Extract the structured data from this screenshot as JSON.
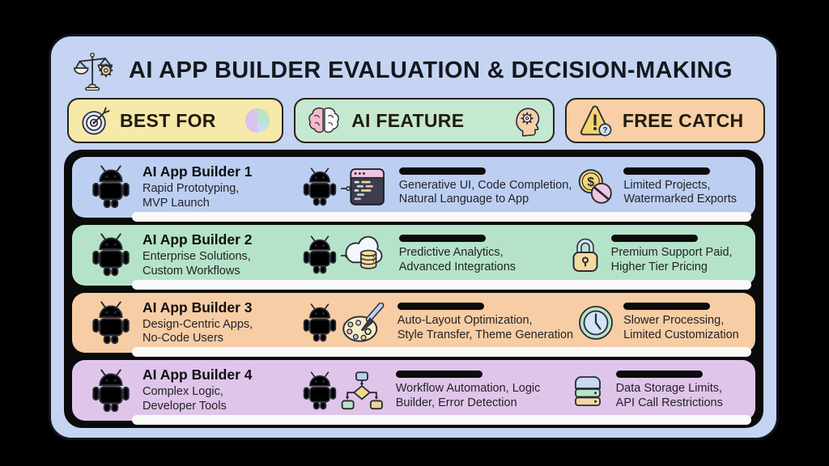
{
  "title": {
    "text": "AI APP BUILDER EVALUATION & DECISION-MAKING",
    "icon": "balance-scale-gear-icon"
  },
  "columns": [
    {
      "label": "BEST FOR",
      "left_icon": "target-dart-icon",
      "right_icon": "pie-chart-icon",
      "bg": "#f6e9a9"
    },
    {
      "label": "AI FEATURE",
      "left_icon": "brain-icon",
      "right_icon": "head-gear-icon",
      "bg": "#c5e8d0"
    },
    {
      "label": "FREE CATCH",
      "left_icon": "warning-question-icon",
      "right_icon": "",
      "bg": "#f8cfa6"
    }
  ],
  "rows": [
    {
      "name": "AI App Builder 1",
      "bg": "#bccff2",
      "robot_icon": "android-robot-icon",
      "best_for": {
        "line1": "Rapid Prototyping,",
        "line2": "MVP Launch"
      },
      "feature_icon": "code-editor-icon",
      "ai_feature": {
        "line1": "Generative UI, Code Completion,",
        "line2": "Natural Language to App"
      },
      "catch_icon": "coin-no-sign-icon",
      "free_catch": {
        "line1": "Limited Projects,",
        "line2": "Watermarked Exports"
      }
    },
    {
      "name": "AI App Builder 2",
      "bg": "#b5e3c9",
      "robot_icon": "android-robot-icon",
      "best_for": {
        "line1": "Enterprise Solutions,",
        "line2": "Custom Workflows"
      },
      "feature_icon": "cloud-database-icon",
      "ai_feature": {
        "line1": "Predictive Analytics,",
        "line2": "Advanced Integrations"
      },
      "catch_icon": "padlock-icon",
      "free_catch": {
        "line1": "Premium Support Paid,",
        "line2": "Higher Tier Pricing"
      }
    },
    {
      "name": "AI App Builder 3",
      "bg": "#f7cda5",
      "robot_icon": "android-robot-icon",
      "best_for": {
        "line1": "Design-Centric Apps,",
        "line2": "No-Code Users"
      },
      "feature_icon": "paint-palette-icon",
      "ai_feature": {
        "line1": "Auto-Layout Optimization,",
        "line2": "Style Transfer, Theme Generation"
      },
      "catch_icon": "clock-icon",
      "free_catch": {
        "line1": "Slower Processing,",
        "line2": "Limited Customization"
      }
    },
    {
      "name": "AI App Builder 4",
      "bg": "#dfc5ea",
      "robot_icon": "android-robot-icon",
      "best_for": {
        "line1": "Complex Logic,",
        "line2": "Developer Tools"
      },
      "feature_icon": "flowchart-icon",
      "ai_feature": {
        "line1": "Workflow Automation, Logic",
        "line2": "Builder, Error Detection"
      },
      "catch_icon": "server-stack-icon",
      "free_catch": {
        "line1": "Data Storage Limits,",
        "line2": "API Call Restrictions"
      }
    }
  ],
  "colors": {
    "page_bg": "#000000",
    "panel_bg": "#c4d4f2",
    "rows_container_bg": "#0a0a0b",
    "text_dark": "#15171c",
    "android_yellow": "#f2da8e",
    "android_periwinkle": "#b9c6f0",
    "android_green": "#aee0c4",
    "android_lightblue": "#bdd4f1"
  }
}
